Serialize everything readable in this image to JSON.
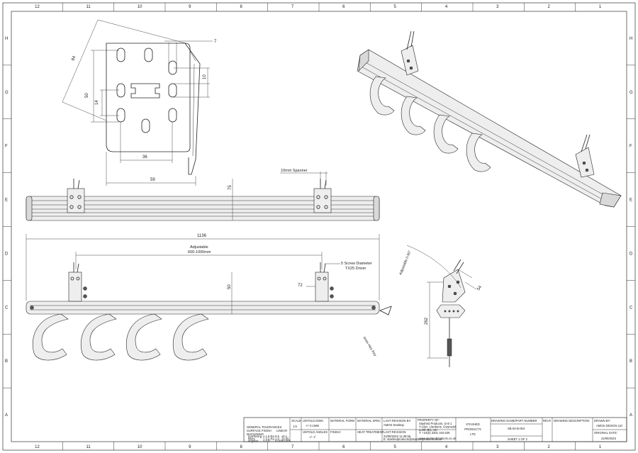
{
  "border": {
    "columns": [
      "12",
      "11",
      "10",
      "9",
      "8",
      "7",
      "6",
      "5",
      "4",
      "3",
      "2",
      "1"
    ],
    "rows": [
      "H",
      "G",
      "F",
      "E",
      "D",
      "C",
      "B",
      "A"
    ]
  },
  "dimensions": {
    "angle": "84",
    "d7": "7",
    "d10": "10",
    "d50": "50",
    "d14": "14",
    "d36": "36",
    "d59": "59",
    "spanner": "10mm Spanner",
    "d75": "75",
    "overall": "1136",
    "adjustable": "Adjustable",
    "adjustable_range": "600-1000mm",
    "screw": "5 Screw Diameter",
    "driver": "TX25 Driver",
    "d72": "72",
    "d50b": "50",
    "adj_angle": "Adjustable 0-90°",
    "d54": "54",
    "d262": "262",
    "key": "4mm Hex Key"
  },
  "title_block": {
    "tolerances": {
      "header": "GENERAL TOLERANCES",
      "finish_label": "SURFACE FINISH",
      "linear": "LINEAR",
      "machining": "MACHINING",
      "rows": [
        {
          "label": "machining",
          "v1": "± 1.6 Ra",
          "v2": "0.5",
          "v3": "±0.1"
        },
        {
          "label": "fillets",
          "v1": "± 3.2 Ra",
          "v2": "1.0",
          "v3": "±0.05"
        },
        {
          "label": "angular",
          "v1": "± 0.5°",
          "v2": "0.001",
          "v3": "±0.005"
        }
      ]
    },
    "scale_label": "SCALE",
    "scale_value": "1:5",
    "untold_dims_label": "UNTOLD DIMS",
    "untold_dims_value": "+/- 0.1MM",
    "untold_angles_label": "UNTOLD ANGLES",
    "untold_angles_value": "+/- 1°",
    "material_form_label": "MATERIAL FORM",
    "material_spec_label": "MATERIAL SPEC",
    "finish_label": "FINISH:",
    "heat_treatment_label": "HEAT TREATMENT",
    "last_rev_by_label": "LAST REVISION BY:",
    "last_rev_by_value": "AMOS Desktop",
    "last_rev_label": "LAST REVISION",
    "last_rev_value": "22/08/2023 11:36:56",
    "property_label": "PROPERTY OF:",
    "property_lines": [
      "Stashed Products, Unit 1",
      "Y-Glyn, Llanberis, Gwynedd,",
      "LL55 4EL, UK",
      "T: +44(0) 3301 334 536"
    ],
    "property_web": "www.stashedproducts.co.uk",
    "email": "E: stashedproducts@stashedproducts.co.uk",
    "company_lines": [
      "STASHED",
      "PRODUCTS",
      "LTD"
    ],
    "drawing_name_label": "DRAWING NAME/PART NUMBER",
    "drawing_name_value": "SB-04-B-004",
    "sheet": "SHEET 1 OF 2",
    "rev_label": "REV#",
    "description_label": "DRAWING DESCRIPTION:",
    "drawn_by_label": "DRAWN BY:",
    "drawn_by_value": "AMOS DESIGN Ltd",
    "original_date_label": "ORIGINAL DATE:",
    "original_date_value": "22/09/2023"
  }
}
